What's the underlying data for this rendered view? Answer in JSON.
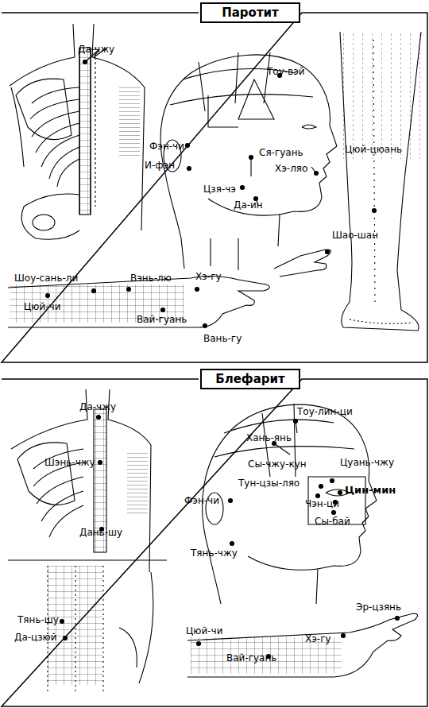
{
  "diagram": {
    "nodes": [
      {
        "text": [
          "Паротит"
        ]
      },
      {
        "text": [
          "Блефарит"
        ]
      }
    ],
    "labels": [
      "Да-чжу",
      "Тоу-вэй",
      "Фэн-чи",
      "И-фэн",
      "Ся-гуань",
      "Хэ-ляо",
      "Цзя-чэ",
      "Да-ин",
      "Цюй-цюань",
      "Шао-шан",
      "Шоу-сань-ли",
      "Вэнь-лю",
      "Хэ-гу",
      "Цюй-чи",
      "Вай-гуань",
      "Вань-гу",
      "Да-чжу",
      "Тоу-лин-ци",
      "Хань-янь",
      "Шэнь-чжу",
      "Сы-чжу-кун",
      "Цуань-чжу",
      "Тун-цзы-ляо",
      "Цин-мин",
      "Чэн-ци",
      "Фэн-чи",
      "Сы-бай",
      "Тянь-чжу",
      "Дань-шу",
      "Тянь-шу",
      "Да-цзюй",
      "Эр-цзянь",
      "Цюй-чи",
      "Хэ-гу",
      "Вай-гуань"
    ]
  }
}
